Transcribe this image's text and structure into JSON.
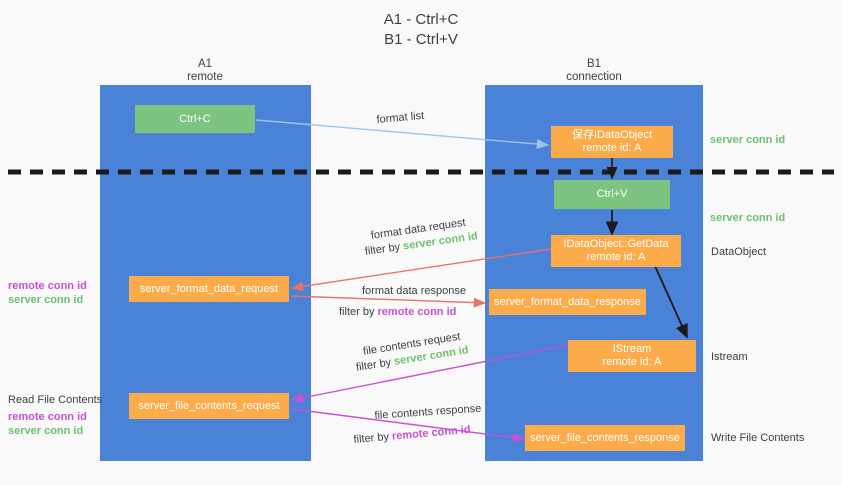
{
  "title": {
    "line1": "A1 - Ctrl+C",
    "line2": "B1 - Ctrl+V"
  },
  "colors": {
    "lane": "#4a82d8",
    "node_orange": "#fbab49",
    "node_green": "#7cc47f",
    "server_conn_id": "#6ec06f",
    "remote_conn_id": "#c552d4",
    "arrow_format_list": "#9dc3ec",
    "arrow_format_data": "#e8736a",
    "arrow_file_contents": "#c552d4",
    "arrow_internal": "#1a1a1a",
    "background": "#f9f9f9",
    "text": "#3c4043"
  },
  "lanes": [
    {
      "name": "a1",
      "title": "A1",
      "subtitle": "remote"
    },
    {
      "name": "b1",
      "title": "B1",
      "subtitle": "connection"
    }
  ],
  "nodes": {
    "ctrl_c": {
      "label": "Ctrl+C",
      "sublabel": ""
    },
    "save_idataobject": {
      "label": "保存IDataObject",
      "sublabel": "remote id: A"
    },
    "ctrl_v": {
      "label": "Ctrl+V",
      "sublabel": ""
    },
    "getdata": {
      "label": "IDataObject::GetData",
      "sublabel": "remote id: A"
    },
    "server_format_data_request": {
      "label": "server_format_data_request",
      "sublabel": ""
    },
    "server_format_data_response": {
      "label": "server_format_data_response",
      "sublabel": ""
    },
    "istream": {
      "label": "IStream",
      "sublabel": "remote id: A"
    },
    "server_file_contents_request": {
      "label": "server_file_contents_request",
      "sublabel": ""
    },
    "server_file_contents_response": {
      "label": "server_file_contents_response",
      "sublabel": ""
    }
  },
  "edge_labels": {
    "format_list": "format list",
    "format_data_request": "format data request",
    "format_data_request_filter_prefix": "filter by ",
    "format_data_request_filter_key": "server conn id",
    "format_data_response": "format data response",
    "format_data_response_filter_prefix": "filter by ",
    "format_data_response_filter_key": "remote conn id",
    "file_contents_request": "file contents request",
    "file_contents_request_filter_prefix": "filter by ",
    "file_contents_request_filter_key": "server conn id",
    "file_contents_response": "file contents response",
    "file_contents_response_filter_prefix": "filter by ",
    "file_contents_response_filter_key": "remote conn id"
  },
  "annotations": {
    "right_server_conn_id_top": "server conn id",
    "right_server_conn_id_mid": "server conn id",
    "right_dataobject": "DataObject",
    "right_istream": "Istream",
    "right_write_file_contents": "Write File Contents",
    "left_remote_conn_id_1": "remote conn id",
    "left_server_conn_id_1": "server conn id",
    "left_read_file_contents": "Read File Contents",
    "left_remote_conn_id_2": "remote conn id",
    "left_server_conn_id_2": "server conn id"
  }
}
